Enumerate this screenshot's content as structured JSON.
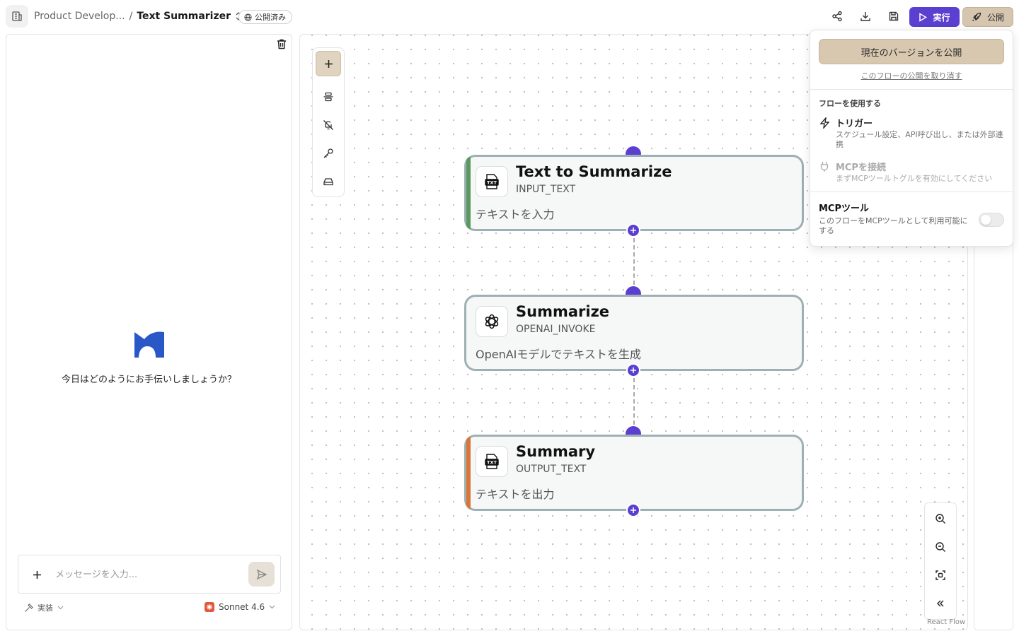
{
  "header": {
    "project_name": "Product Develop...",
    "separator": "/",
    "flow_name": "Text Summarizer",
    "status_badge": "公開済み",
    "run_label": "実行",
    "publish_label": "公開",
    "icons": [
      "building-icon",
      "share-icon",
      "download-icon",
      "save-icon",
      "play-icon",
      "rocket-icon"
    ]
  },
  "chat": {
    "greeting": "今日はどのようにお手伝いしましょうか？",
    "input_placeholder": "メッセージを入力...",
    "input_value": "",
    "mode_label": "実装",
    "model_label": "Sonnet 4.6"
  },
  "canvas": {
    "nodes": [
      {
        "title": "Text to Summarize",
        "type": "INPUT_TEXT",
        "description": "テキストを入力",
        "accent": "#5a9a5e",
        "icon": "txt-file-icon"
      },
      {
        "title": "Summarize",
        "type": "OPENAI_INVOKE",
        "description": "OpenAIモデルでテキストを生成",
        "accent": "",
        "icon": "openai-icon"
      },
      {
        "title": "Summary",
        "type": "OUTPUT_TEXT",
        "description": "テキストを出力",
        "accent": "#d9773a",
        "icon": "txt-file-icon"
      }
    ],
    "attribution": "React Flow",
    "port_color": "#5a3fd0"
  },
  "publish_popover": {
    "publish_current": "現在のバージョンを公開",
    "unpublish": "このフローの公開を取り消す",
    "use_section": "フローを使用する",
    "trigger_title": "トリガー",
    "trigger_desc": "スケジュール設定、API呼び出し、または外部連携",
    "mcp_connect_title": "MCPを接続",
    "mcp_connect_desc": "まずMCPツールトグルを有効にしてください",
    "mcp_tool_title": "MCPツール",
    "mcp_tool_desc": "このフローをMCPツールとして利用可能にする",
    "mcp_tool_enabled": false
  },
  "colors": {
    "accent": "#5a3fd0",
    "publish_button": "#d6c6b0",
    "input_node_accent": "#5a9a5e",
    "output_node_accent": "#d9773a"
  }
}
